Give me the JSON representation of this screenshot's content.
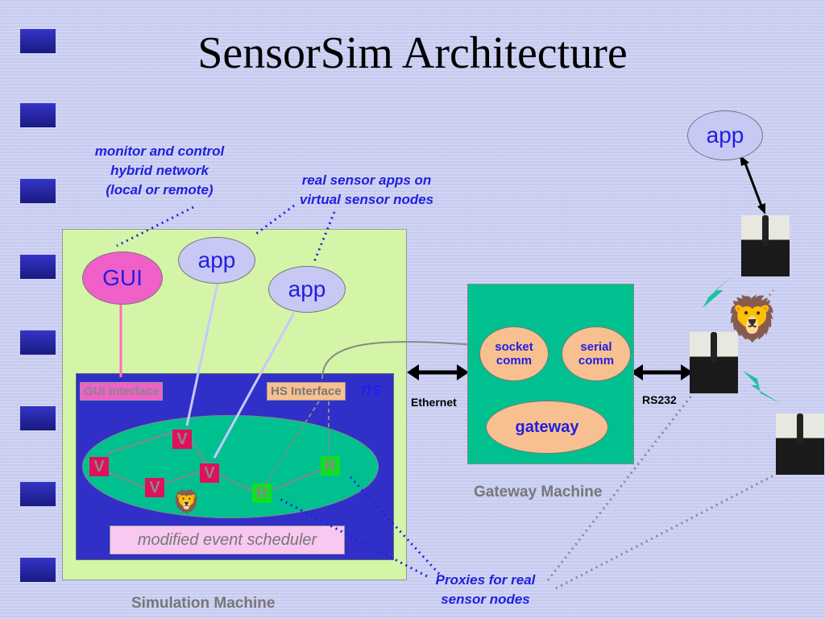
{
  "title": "SensorSim Architecture",
  "annotations": {
    "monitor": [
      "monitor and control",
      "hybrid network",
      "(local or remote)"
    ],
    "real_apps": [
      "real sensor apps on",
      "virtual sensor nodes"
    ],
    "proxies": [
      "Proxies for real",
      "sensor nodes"
    ]
  },
  "simulation": {
    "label": "Simulation Machine",
    "gui": "GUI",
    "app1": "app",
    "app2": "app",
    "gui_interface": "GUI Interface",
    "hs_interface": "HS Interface",
    "ns_label": "ns",
    "scheduler": "modified event scheduler",
    "virtual_node_label": "V",
    "real_node_label": "R"
  },
  "gateway": {
    "label": "Gateway Machine",
    "socket": [
      "socket",
      "comm"
    ],
    "serial": [
      "serial",
      "comm"
    ],
    "gateway": "gateway"
  },
  "links": {
    "ethernet": "Ethernet",
    "rs232": "RS232"
  },
  "real_world": {
    "app": "app"
  },
  "colors": {
    "annotation": "#2020e0",
    "sim_bg": "#d4f5a8",
    "ns_bg": "#3030c8",
    "gateway_bg": "#00c090",
    "virtual_node": "#e0105a",
    "real_node": "#10e020"
  }
}
